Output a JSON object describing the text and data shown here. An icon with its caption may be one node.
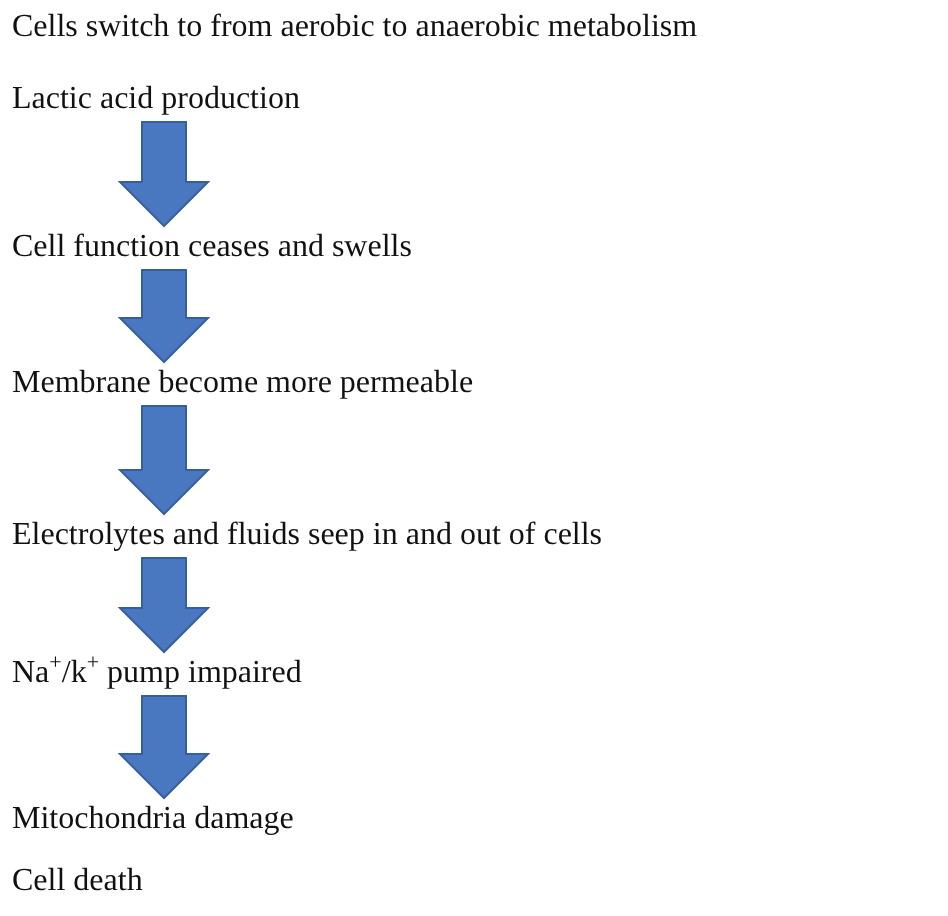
{
  "diagram": {
    "nodes": [
      {
        "text": [
          "Lactic acid production"
        ]
      },
      {
        "text": [
          "Cell function ceases and swells"
        ]
      },
      {
        "text": [
          "Membrane become more permeable"
        ]
      },
      {
        "text": [
          "Electrolytes and fluids seep in and out of cells"
        ]
      },
      {
        "text": [
          "Na$^{+}$/k$^{+}$ pump impaired"
        ]
      },
      {
        "text": [
          "Mitochondria damage"
        ]
      }
    ],
    "edges": [
      {
        "from": 0,
        "to": 1,
        "arrow": "to"
      },
      {
        "from": 1,
        "to": 2,
        "arrow": "to"
      },
      {
        "from": 2,
        "to": 3,
        "arrow": "to"
      },
      {
        "from": 3,
        "to": 4,
        "arrow": "to"
      },
      {
        "from": 4,
        "to": 5,
        "arrow": "to"
      }
    ],
    "labels": [
      "Cells switch to from aerobic to anaerobic metabolism",
      "Cell death"
    ]
  }
}
